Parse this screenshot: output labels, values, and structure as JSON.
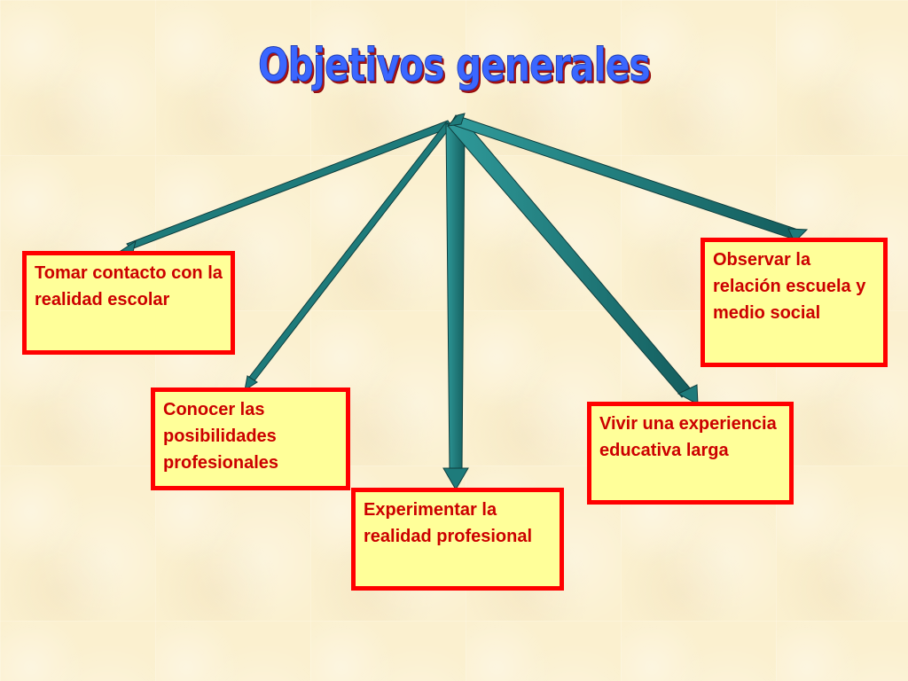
{
  "title": "Objetivos generales",
  "colors": {
    "box_fill": "#ffff99",
    "box_border": "#ff0000",
    "box_text": "#cc0000",
    "arrow_fill": "#1e7b7b",
    "title_fill": "#3b67ff",
    "title_shadow": "#b01010"
  },
  "objectives": [
    {
      "label": "Tomar contacto con la realidad escolar"
    },
    {
      "label": "Conocer las posibilidades profesionales"
    },
    {
      "label": "Experimentar la realidad profesional"
    },
    {
      "label": "Vivir una experiencia educativa larga"
    },
    {
      "label": "Observar la relación escuela y medio social"
    }
  ]
}
